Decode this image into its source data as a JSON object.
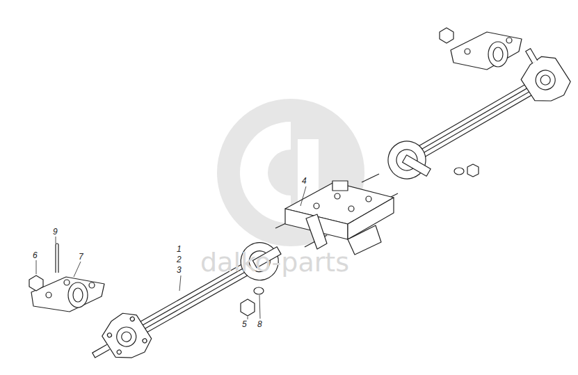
{
  "diagram": {
    "labels": [
      "9",
      "6",
      "7",
      "1",
      "2",
      "3",
      "4",
      "5",
      "8",
      "dalko-parts"
    ]
  }
}
